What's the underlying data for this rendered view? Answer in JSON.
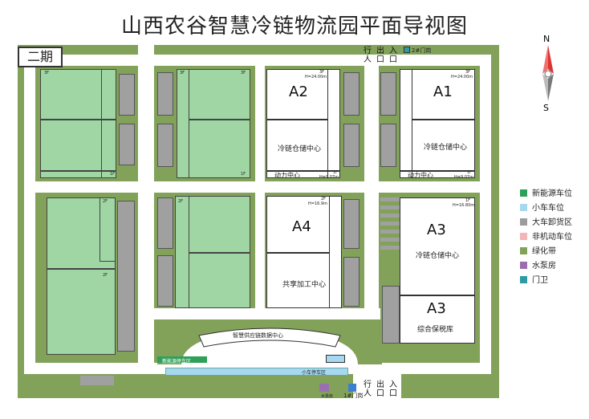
{
  "title": "山西农谷智慧冷链物流园平面导视图",
  "phase_label": "二期",
  "compass": {
    "north": "N",
    "south": "S"
  },
  "top_gates": {
    "pedestrian": "行人",
    "exit": "出口",
    "entrance": "入口",
    "gate2": "2#门岗"
  },
  "bottom_gates": {
    "pedestrian": "行人",
    "exit": "出口",
    "entrance": "入口",
    "gate1": "1#门岗"
  },
  "buildings": {
    "a2": {
      "name": "A2",
      "function": "冷链仓储中心",
      "height": "H=24.00m",
      "floor_top": "3F",
      "floor_bottom": "1F",
      "height_bottom": "H=9.07m",
      "power": "动力中心"
    },
    "a1": {
      "name": "A1",
      "function": "冷链仓储中心",
      "height": "H=24.00m",
      "floor_top": "3F",
      "floor_bottom": "1F",
      "height_bottom": "H=9.07m",
      "power": "动力中心"
    },
    "a4": {
      "name": "A4",
      "function": "共享加工中心",
      "height": "H=16.9m",
      "floor": "2F"
    },
    "a3": {
      "name": "A3",
      "function": "冷链仓储中心",
      "height": "H=16.80m",
      "floor": "1F"
    },
    "a3b": {
      "name": "A3",
      "function": "综合保税库"
    },
    "data_center": "智慧供应链数据中心",
    "car_parking": "小车停车区",
    "ev_parking": "新能源停车区",
    "pump_house": "水泵房"
  },
  "phase2_floors": {
    "w1_top": "3F",
    "w1_bottom": "1F",
    "w2_top_left": "3F",
    "w2_top_right": "3F",
    "w2_bottom": "1F",
    "w3_top": "2F",
    "w3_mid": "2F",
    "w4": "2F"
  },
  "legend": [
    {
      "label": "新能源车位",
      "color": "#2fa05a"
    },
    {
      "label": "小车车位",
      "color": "#a7d8f0"
    },
    {
      "label": "大车卸货区",
      "color": "#9c9c9c"
    },
    {
      "label": "非机动车位",
      "color": "#f2b6b6"
    },
    {
      "label": "绿化带",
      "color": "#82a25a"
    },
    {
      "label": "水泵房",
      "color": "#9a6fb0"
    },
    {
      "label": "门卫",
      "color": "#2e9aa6"
    }
  ]
}
